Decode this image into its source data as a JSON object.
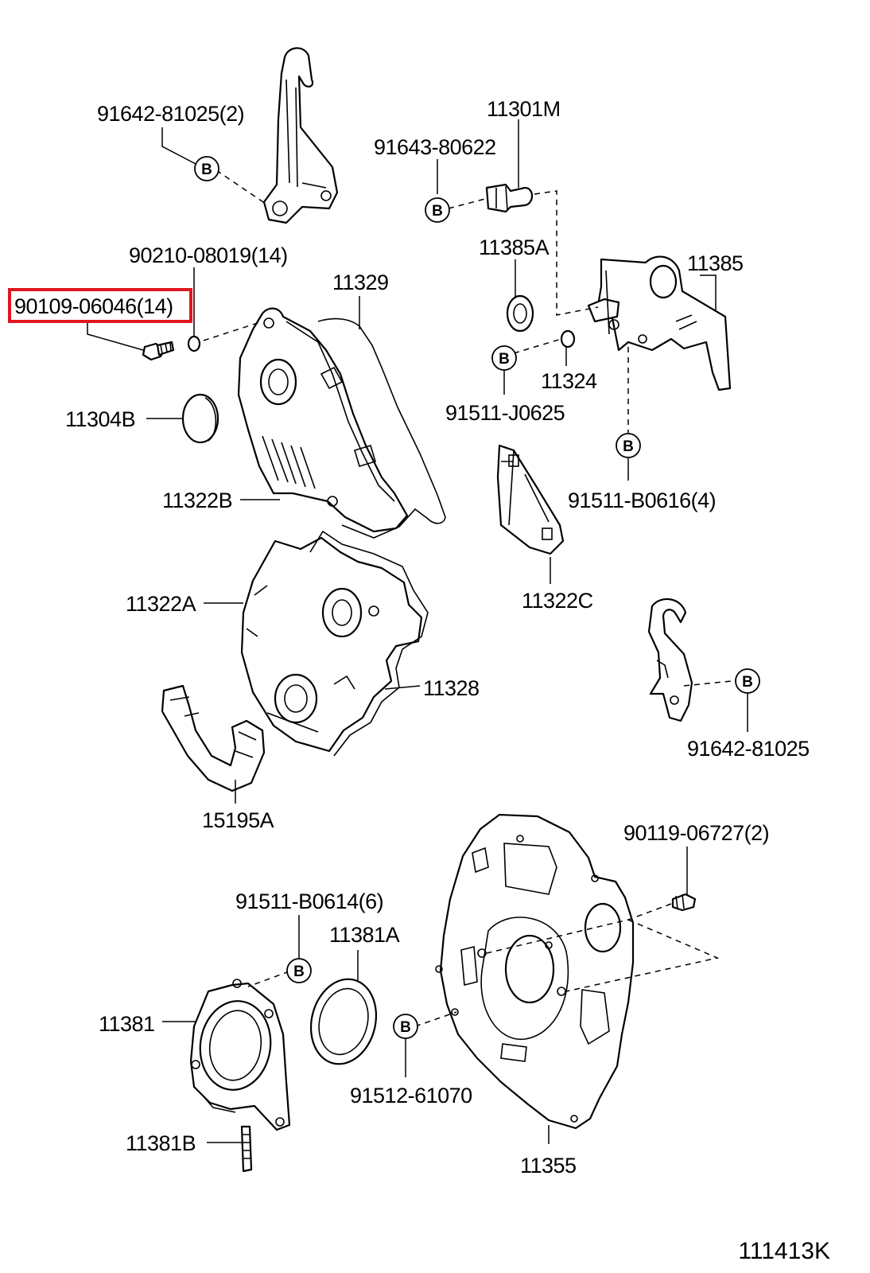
{
  "labels": {
    "l_91642_81025_2": "91642-81025(2)",
    "l_11301M": "11301M",
    "l_91643_80622": "91643-80622",
    "l_90210_08019": "90210-08019(14)",
    "l_11385A": "11385A",
    "l_11385": "11385",
    "l_90109_06046": "90109-06046(14)",
    "l_11329": "11329",
    "l_11324": "11324",
    "l_91511_J0625": "91511-J0625",
    "l_11304B": "11304B",
    "l_91511_B0616": "91511-B0616(4)",
    "l_11322B": "11322B",
    "l_11322A": "11322A",
    "l_11322C": "11322C",
    "l_11328": "11328",
    "l_91642_81025": "91642-81025",
    "l_15195A": "15195A",
    "l_90119_06727": "90119-06727(2)",
    "l_91511_B0614": "91511-B0614(6)",
    "l_11381A": "11381A",
    "l_11381": "11381",
    "l_91512_61070": "91512-61070",
    "l_11381B": "11381B",
    "l_11355": "11355"
  },
  "bolt_marker": "B",
  "figure_ref": "111413K",
  "highlight_color": "#e0161e",
  "highlighted_part": "90109-06046(14)"
}
